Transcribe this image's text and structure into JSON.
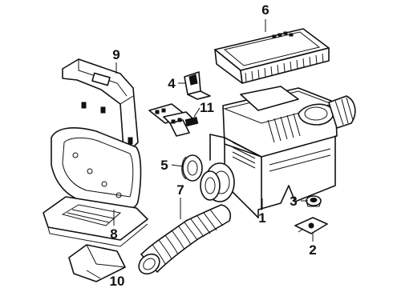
{
  "diagram": {
    "callouts": [
      {
        "id": "1",
        "text": "1"
      },
      {
        "id": "2",
        "text": "2"
      },
      {
        "id": "3",
        "text": "3"
      },
      {
        "id": "4",
        "text": "4"
      },
      {
        "id": "5",
        "text": "5"
      },
      {
        "id": "6",
        "text": "6"
      },
      {
        "id": "7",
        "text": "7"
      },
      {
        "id": "8",
        "text": "8"
      },
      {
        "id": "9",
        "text": "9"
      },
      {
        "id": "10",
        "text": "10"
      },
      {
        "id": "11",
        "text": "11"
      }
    ],
    "colors": {
      "ink": "#111111",
      "paper": "#ffffff"
    }
  }
}
